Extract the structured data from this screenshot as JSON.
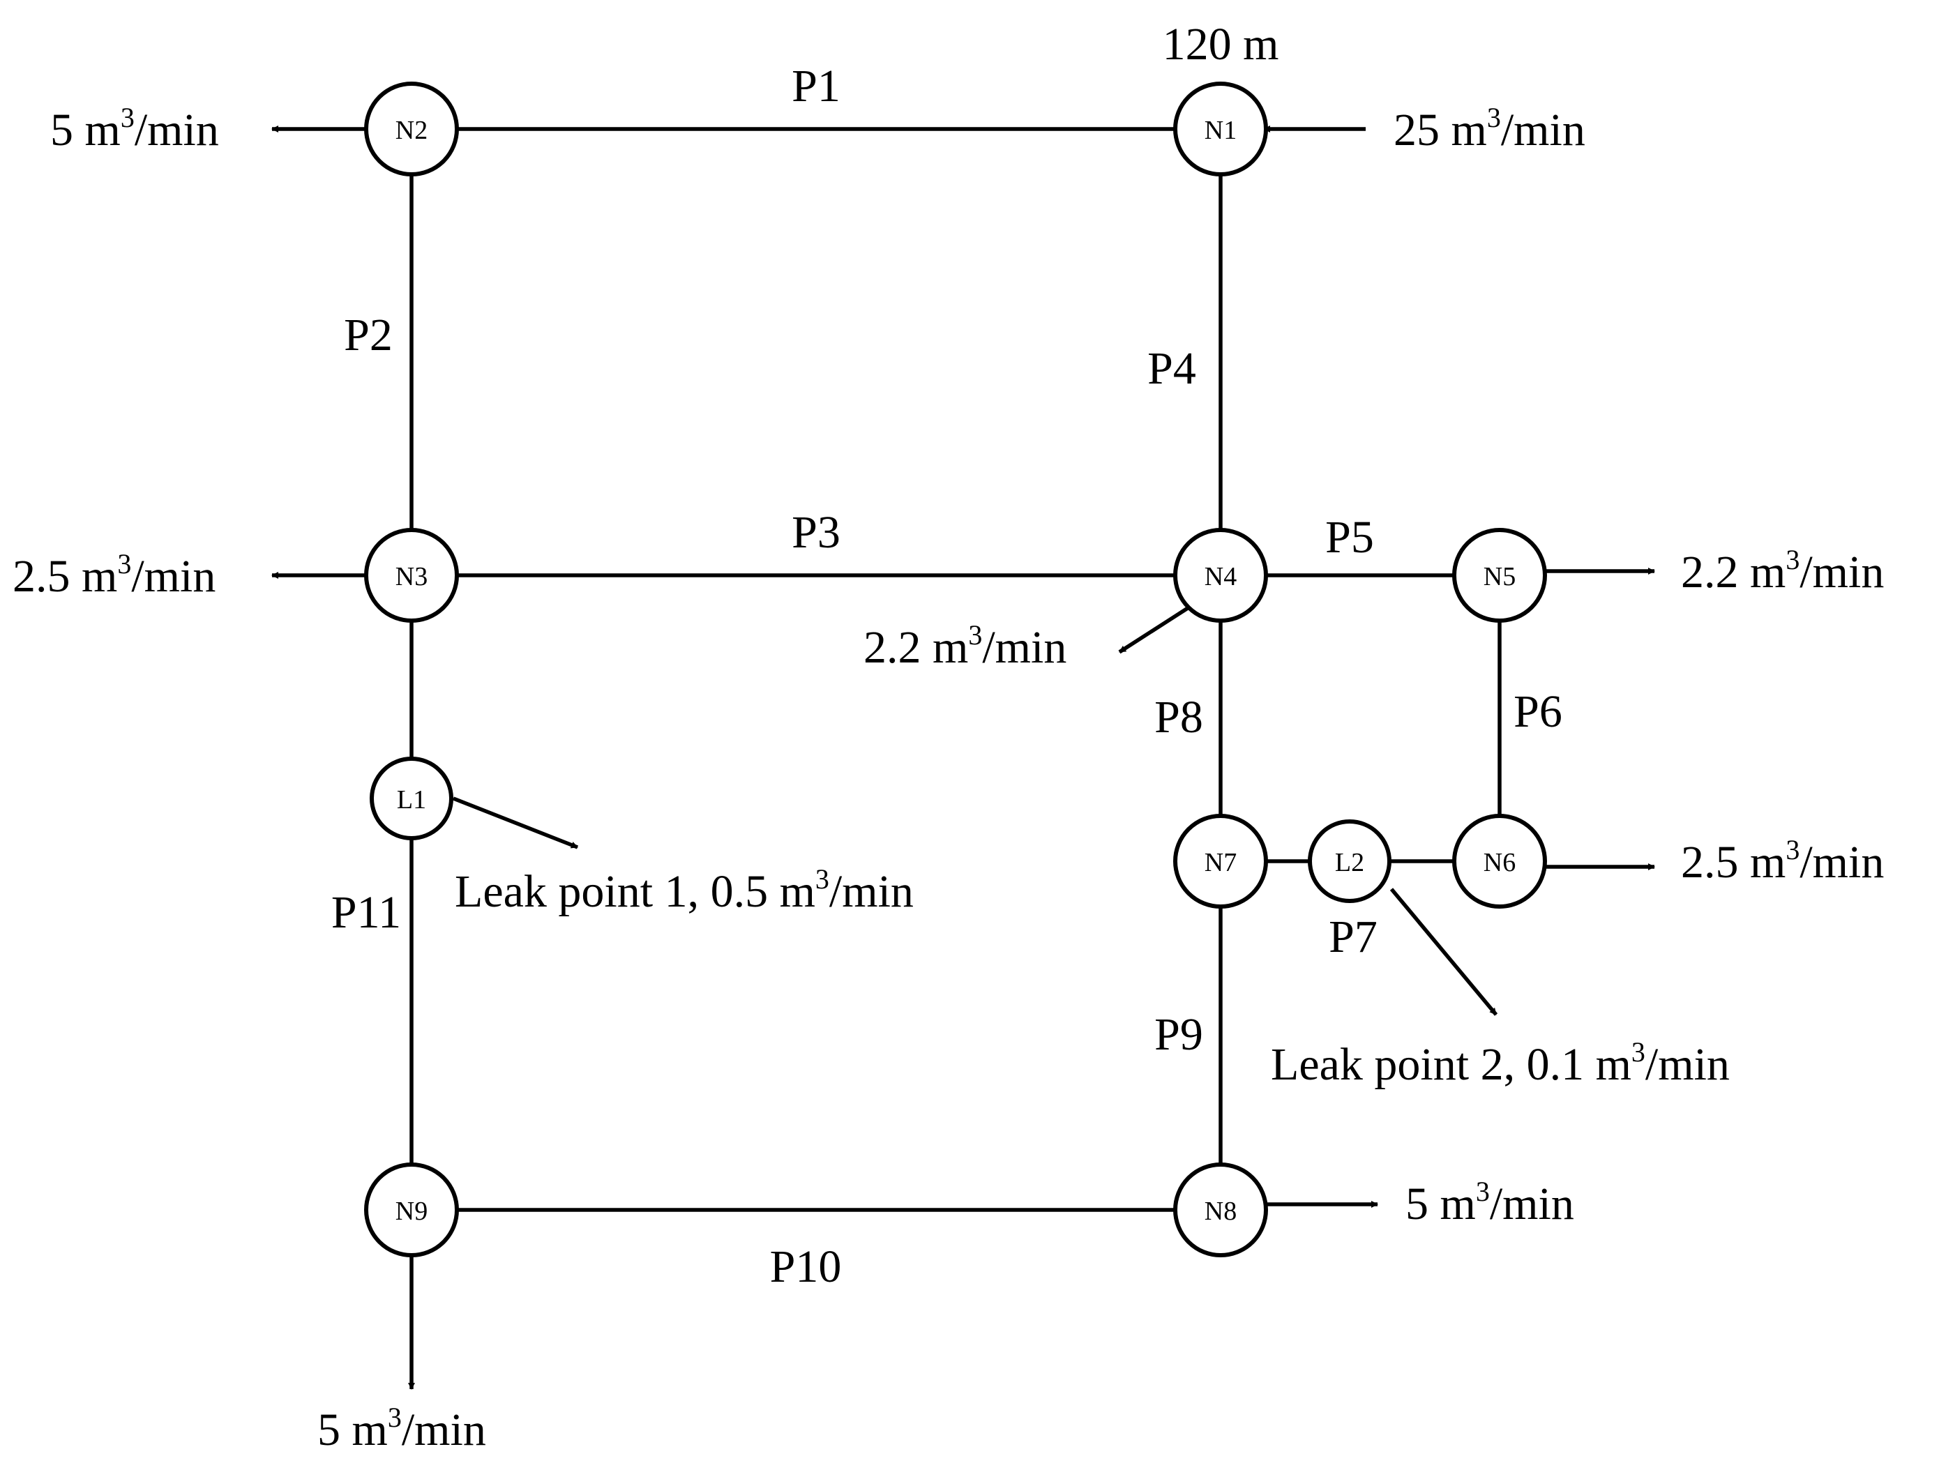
{
  "nodes": [
    {
      "id": "N1",
      "label": "N1"
    },
    {
      "id": "N2",
      "label": "N2"
    },
    {
      "id": "N3",
      "label": "N3"
    },
    {
      "id": "N4",
      "label": "N4"
    },
    {
      "id": "N5",
      "label": "N5"
    },
    {
      "id": "N6",
      "label": "N6"
    },
    {
      "id": "N7",
      "label": "N7"
    },
    {
      "id": "N8",
      "label": "N8"
    },
    {
      "id": "N9",
      "label": "N9"
    },
    {
      "id": "L1",
      "label": "L1"
    },
    {
      "id": "L2",
      "label": "L2"
    }
  ],
  "pipes": [
    {
      "id": "P1",
      "label": "P1",
      "from": "N1",
      "to": "N2"
    },
    {
      "id": "P2",
      "label": "P2",
      "from": "N2",
      "to": "N3"
    },
    {
      "id": "P3",
      "label": "P3",
      "from": "N3",
      "to": "N4"
    },
    {
      "id": "P4",
      "label": "P4",
      "from": "N1",
      "to": "N4"
    },
    {
      "id": "P5",
      "label": "P5",
      "from": "N4",
      "to": "N5"
    },
    {
      "id": "P6",
      "label": "P6",
      "from": "N5",
      "to": "N6"
    },
    {
      "id": "P7",
      "label": "P7",
      "from": "N7",
      "to": "N6",
      "via": "L2"
    },
    {
      "id": "P8",
      "label": "P8",
      "from": "N4",
      "to": "N7"
    },
    {
      "id": "P9",
      "label": "P9",
      "from": "N7",
      "to": "N8"
    },
    {
      "id": "P10",
      "label": "P10",
      "from": "N8",
      "to": "N9"
    },
    {
      "id": "P11",
      "label": "P11",
      "from": "N3",
      "to": "N9",
      "via": "L1"
    }
  ],
  "head_label": "120 m",
  "flows": {
    "n1_inflow": {
      "pre": "25 m",
      "sup": "3",
      "post": "/min"
    },
    "n2_demand": {
      "pre": "5 m",
      "sup": "3",
      "post": "/min"
    },
    "n3_demand": {
      "pre": "2.5 m",
      "sup": "3",
      "post": "/min"
    },
    "n4_demand": {
      "pre": "2.2 m",
      "sup": "3",
      "post": "/min"
    },
    "n5_demand": {
      "pre": "2.2 m",
      "sup": "3",
      "post": "/min"
    },
    "n6_demand": {
      "pre": "2.5 m",
      "sup": "3",
      "post": "/min"
    },
    "n8_demand": {
      "pre": "5 m",
      "sup": "3",
      "post": "/min"
    },
    "n9_demand": {
      "pre": "5 m",
      "sup": "3",
      "post": "/min"
    },
    "leak1": {
      "pre": "Leak point 1, 0.5 m",
      "sup": "3",
      "post": "/min"
    },
    "leak2": {
      "pre": "Leak point 2, 0.1 m",
      "sup": "3",
      "post": "/min"
    }
  }
}
